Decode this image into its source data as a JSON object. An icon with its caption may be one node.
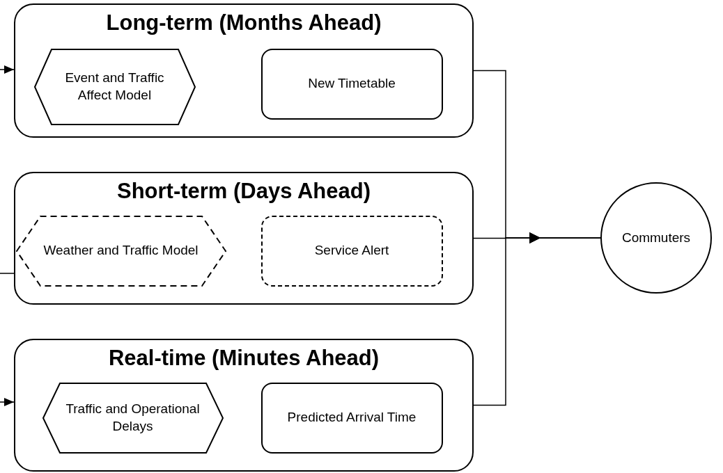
{
  "diagram": {
    "nodes": [
      {
        "text": [
          "Long-term (Months Ahead)"
        ]
      },
      {
        "text": [
          "Event and Traffic Affect Model"
        ],
        "in": 0
      },
      {
        "text": [
          "New Timetable"
        ],
        "in": 0
      },
      {
        "text": [
          "Short-term (Days Ahead)"
        ]
      },
      {
        "text": [
          "Weather and Traffic Model"
        ],
        "in": 3
      },
      {
        "text": [
          "Service Alert"
        ],
        "in": 3
      },
      {
        "text": [
          "Real-time (Minutes Ahead)"
        ]
      },
      {
        "text": [
          "Traffic and Operational Delays"
        ],
        "in": 6
      },
      {
        "text": [
          "Predicted Arrival Time"
        ],
        "in": 6
      },
      {
        "text": [
          "Commuters"
        ]
      }
    ],
    "edges": [
      {
        "from": null,
        "to": 0,
        "arrow": "to"
      },
      {
        "from": null,
        "to": 3,
        "arrow": "none"
      },
      {
        "from": null,
        "to": 6,
        "arrow": "to"
      },
      {
        "from": 0,
        "to": 9,
        "arrow": "to"
      },
      {
        "from": 3,
        "to": 9,
        "arrow": "to"
      },
      {
        "from": 6,
        "to": 9,
        "arrow": "to"
      }
    ]
  }
}
